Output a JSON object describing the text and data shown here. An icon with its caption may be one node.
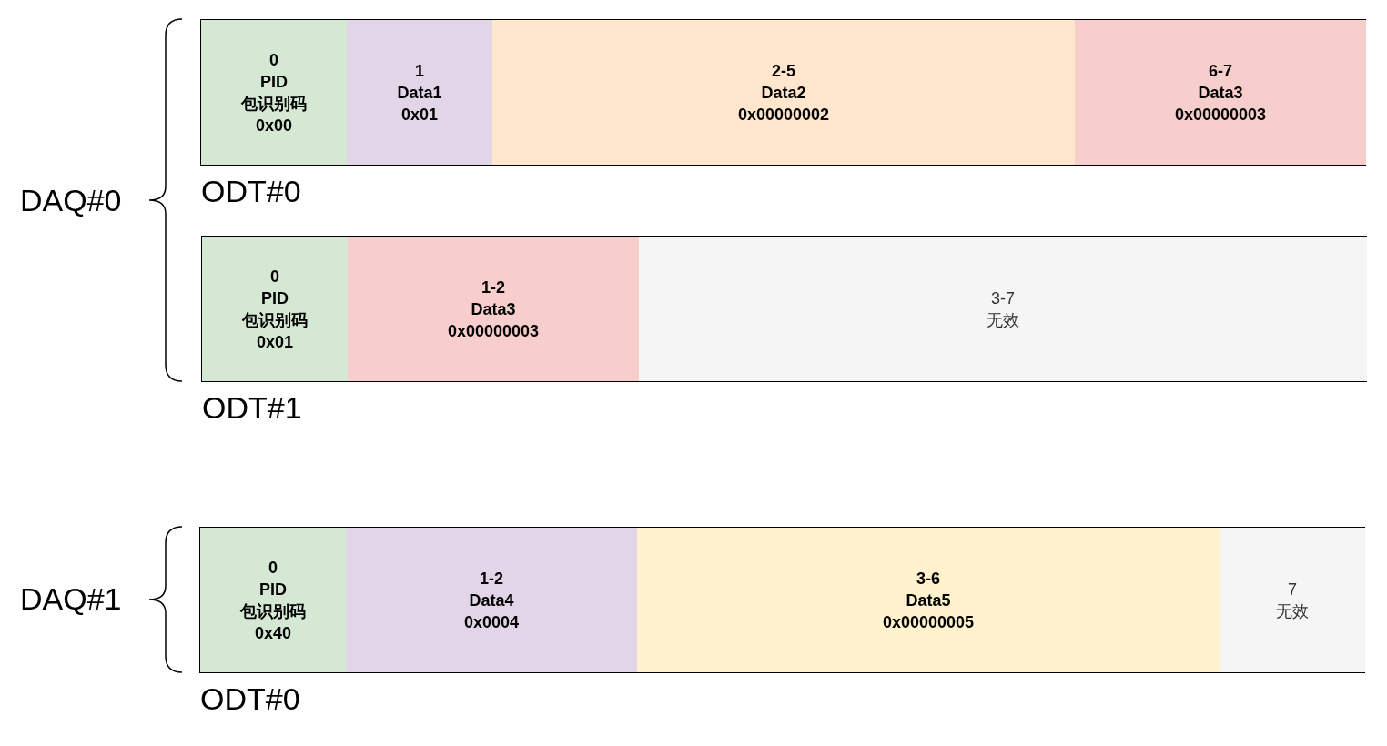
{
  "diagram": {
    "nodes": [
      {
        "text": [],
        "shape": "box",
        "beside": [
          "ODT#0"
        ]
      },
      {
        "text": [
          "0 PID 包识别码 0x00"
        ],
        "in": 0
      },
      {
        "text": [
          "1 Data1 0x01"
        ],
        "in": 0
      },
      {
        "text": [
          "2-5 Data2 0x00000002"
        ],
        "in": 0
      },
      {
        "text": [
          "6-7 Data3 0x00000003"
        ],
        "in": 0
      },
      {
        "text": [],
        "shape": "box",
        "beside": [
          "ODT#1"
        ]
      },
      {
        "text": [
          "0 PID 包识别码 0x01"
        ],
        "in": 5
      },
      {
        "text": [
          "1-2 Data3 0x00000003"
        ],
        "in": 5
      },
      {
        "text": [
          "3-7 无效"
        ],
        "in": 5
      },
      {
        "text": [],
        "shape": "box",
        "beside": [
          "ODT#0"
        ]
      },
      {
        "text": [
          "0 PID 包识别码 0x40"
        ],
        "in": 9
      },
      {
        "text": [
          "1-2 Data4 0x0004"
        ],
        "in": 9
      },
      {
        "text": [
          "3-6 Data5 0x00000005"
        ],
        "in": 9
      },
      {
        "text": [
          "7 无效"
        ],
        "in": 9
      }
    ],
    "edges": [],
    "labels": [
      "DAQ#0",
      "DAQ#1"
    ]
  }
}
